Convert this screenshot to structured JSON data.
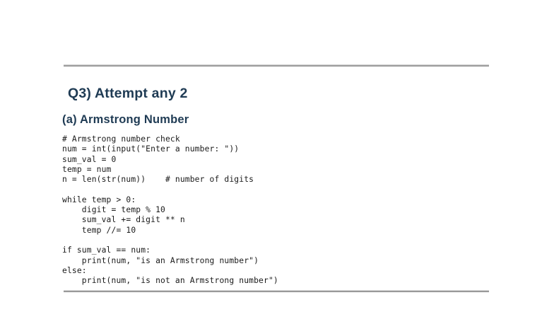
{
  "document": {
    "background_color": "#ffffff",
    "heading_color": "#1f3b54",
    "rule_color": "#a6a6a6",
    "code_color": "#1a1a1a",
    "heading_main": "Q3) Attempt any 2",
    "heading_sub": "(a) Armstrong Number",
    "code_lines": [
      "# Armstrong number check",
      "num = int(input(\"Enter a number: \"))",
      "sum_val = 0",
      "temp = num",
      "n = len(str(num))    # number of digits",
      "",
      "while temp > 0:",
      "    digit = temp % 10",
      "    sum_val += digit ** n",
      "    temp //= 10",
      "",
      "if sum_val == num:",
      "    print(num, \"is an Armstrong number\")",
      "else:",
      "    print(num, \"is not an Armstrong number\")"
    ]
  }
}
